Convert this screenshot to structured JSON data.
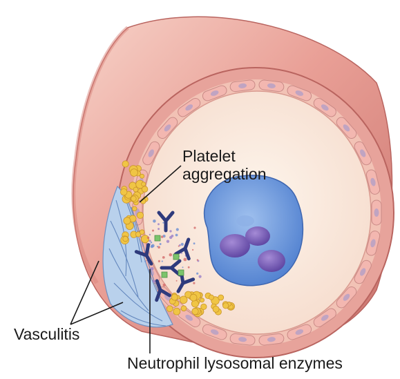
{
  "labels": {
    "platelet_line1": "Platelet",
    "platelet_line2": "aggregation",
    "vasculitis": "Vasculitis",
    "neutrophil_enzymes": "Neutrophil lysosomal enzymes"
  },
  "colors": {
    "vessel_outer": "#e99f96",
    "vessel_highlight": "#f7d3c9",
    "vessel_shadow": "#c9746e",
    "lumen": "#fbeee3",
    "endothelial_cell": "#f3b7b0",
    "cell_nucleus": "#b6a1c6",
    "platelet": "#f0c545",
    "neutrophil": "#6d97dc",
    "neutrophil_nucleus": "#7c5fb8",
    "antibody": "#2e3a7c",
    "complement": "#7cc46b",
    "vasculitis_tissue": "#a9c5e6"
  }
}
